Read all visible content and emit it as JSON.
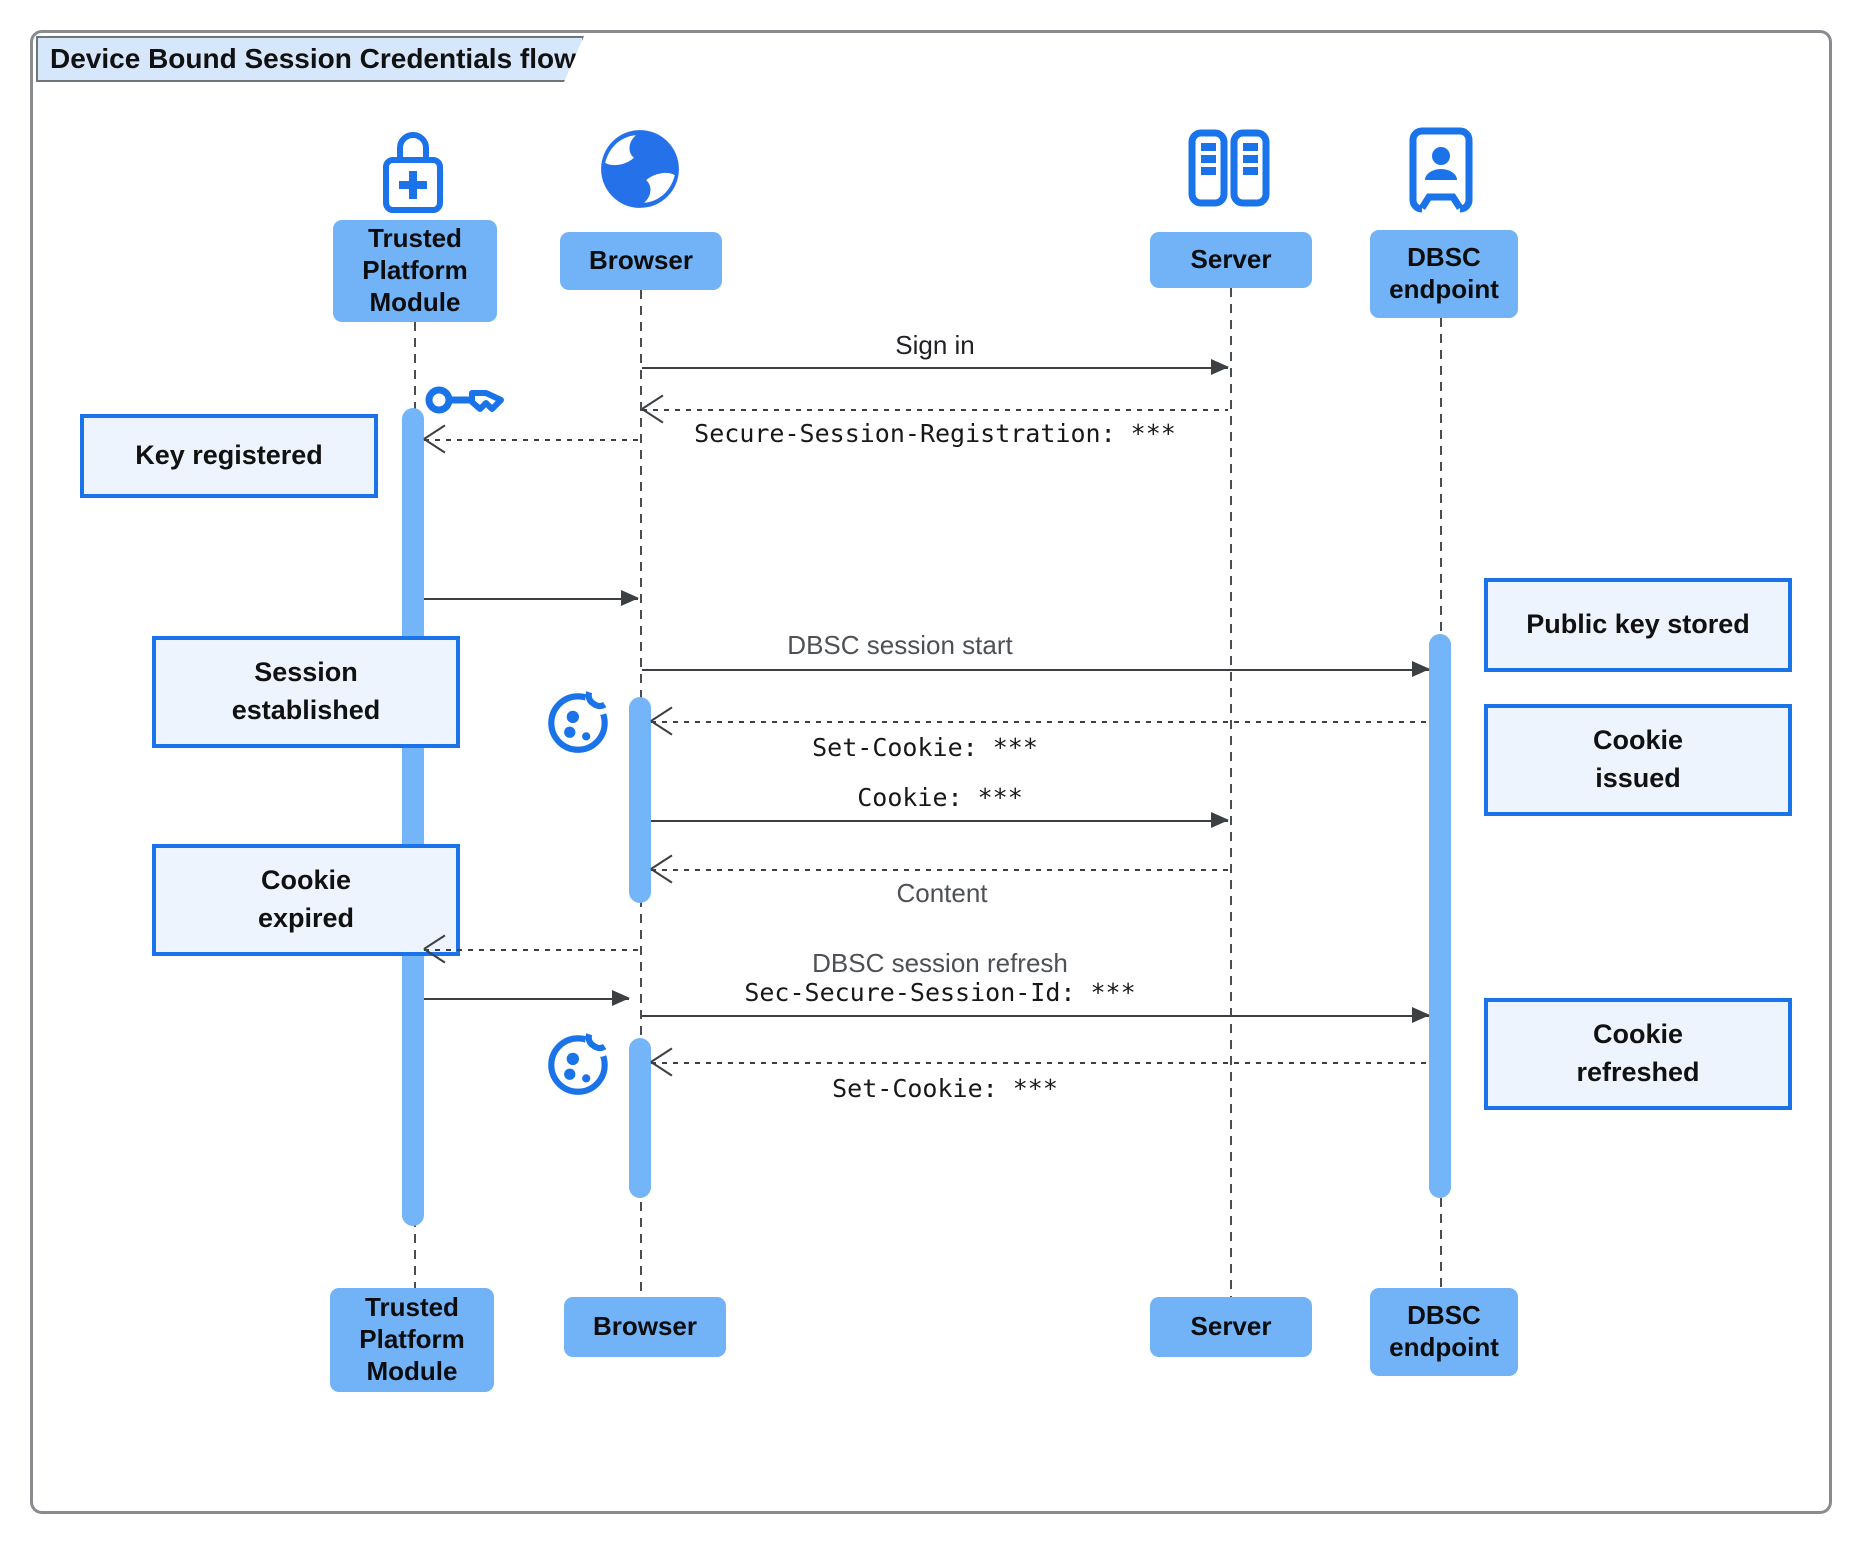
{
  "title": "Device Bound Session Credentials flow",
  "participants": {
    "tpm": {
      "label": "Trusted\nPlatform\nModule",
      "icon": "lock-plus-icon"
    },
    "browser": {
      "label": "Browser",
      "icon": "globe-icon"
    },
    "server": {
      "label": "Server",
      "icon": "server-rack-icon"
    },
    "dbsc": {
      "label": "DBSC\nendpoint",
      "icon": "badge-person-icon"
    }
  },
  "notes": {
    "key_registered": "Key registered",
    "session_established": "Session\nestablished",
    "cookie_expired": "Cookie\nexpired",
    "public_key_stored": "Public key stored",
    "cookie_issued": "Cookie\nissued",
    "cookie_refreshed": "Cookie\nrefreshed"
  },
  "messages": {
    "sign_in": "Sign in",
    "secure_session_registration": "Secure-Session-Registration: ***",
    "dbsc_session_start": "DBSC session start",
    "set_cookie_1": "Set-Cookie: ***",
    "cookie": "Cookie: ***",
    "content": "Content",
    "dbsc_session_refresh": "DBSC session refresh",
    "sec_secure_session_id": "Sec-Secure-Session-Id: ***",
    "set_cookie_2": "Set-Cookie: ***"
  },
  "icons": [
    "lock-plus-icon",
    "globe-icon",
    "server-rack-icon",
    "badge-person-icon",
    "key-icon",
    "cookie-icon"
  ],
  "colors": {
    "participant_fill": "#72b2f7",
    "activation_fill": "#74b4f8",
    "note_fill": "#edf4fe",
    "note_border": "#1a73e8",
    "icon_blue": "#1a73e8",
    "globe_fill": "#2471ea",
    "arrow": "#3c4043",
    "title_tab_fill": "#d6e7fb"
  }
}
